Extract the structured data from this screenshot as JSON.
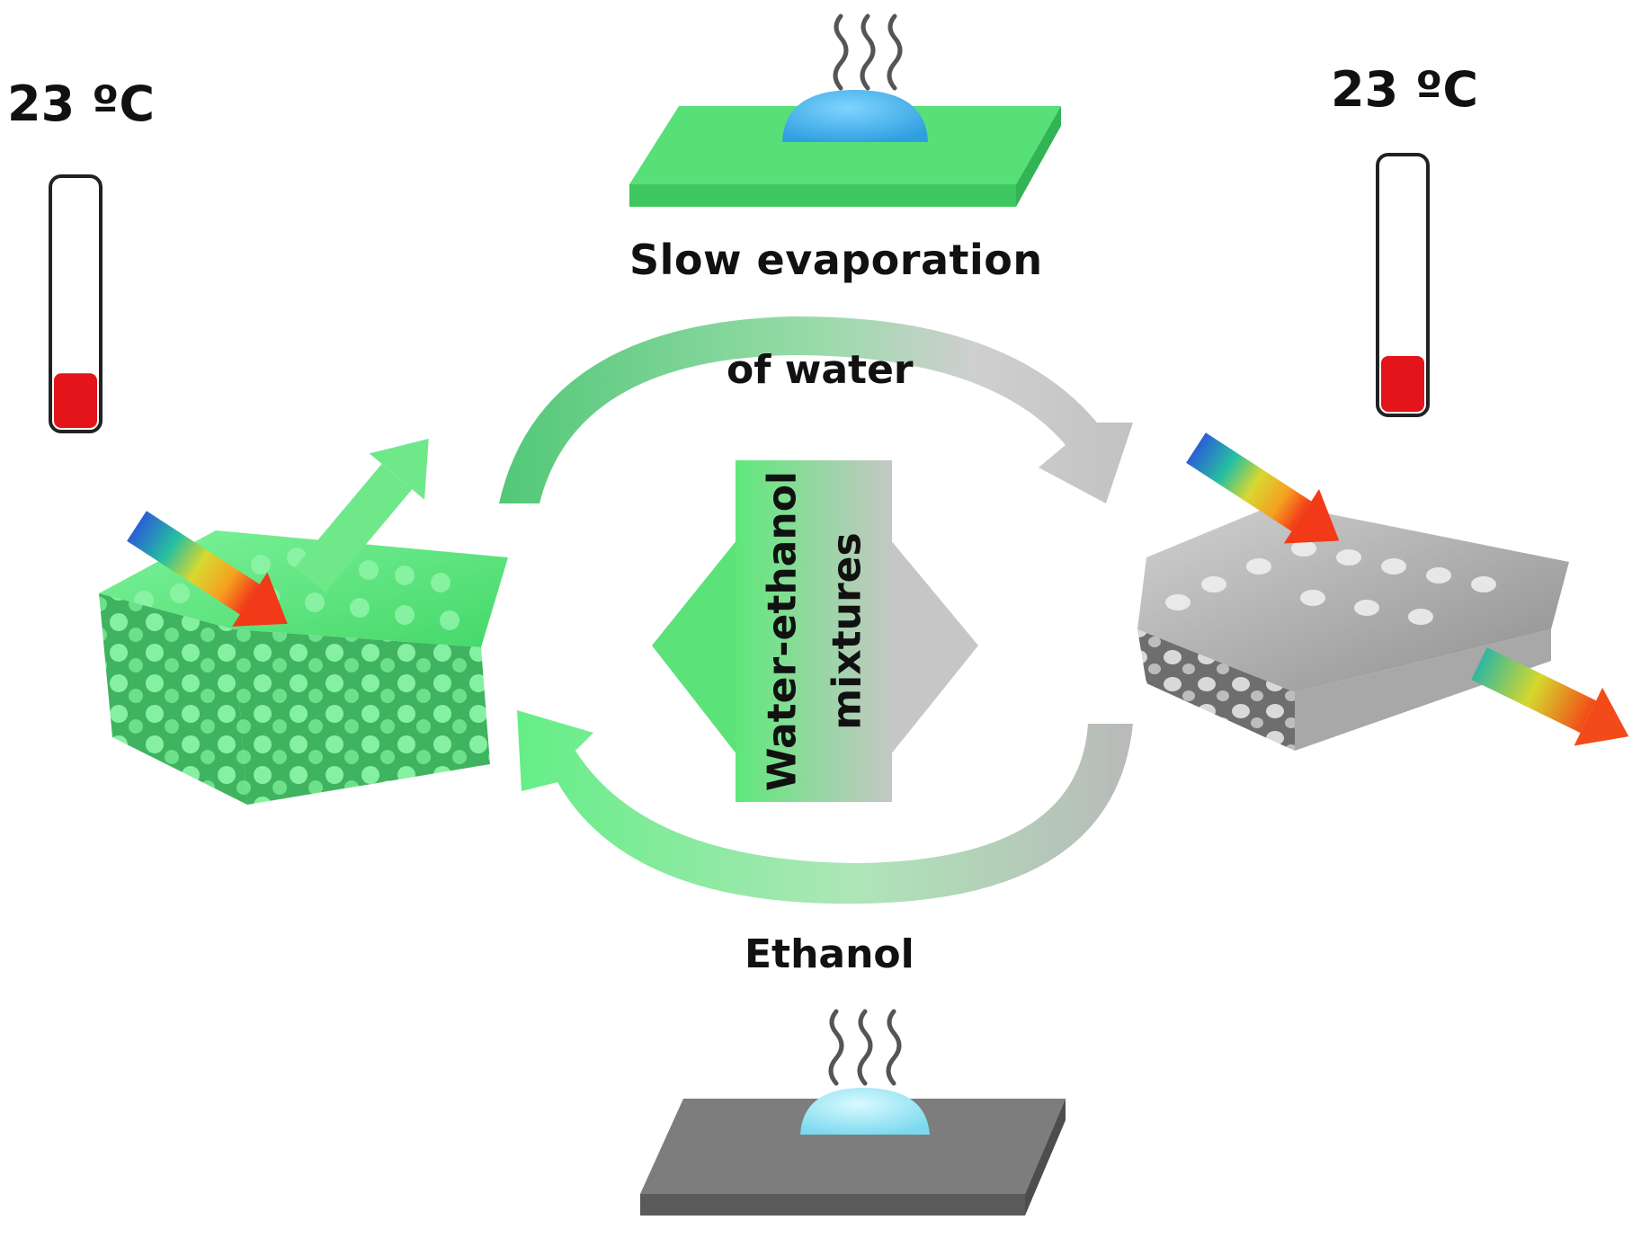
{
  "labels": {
    "temp_left": "23 ºC",
    "temp_right": "23 ºC",
    "slow_evaporation": "Slow evaporation",
    "of_water": "of water",
    "ethanol": "Ethanol",
    "mixture_line1": "Water-ethanol",
    "mixture_line2": "mixtures"
  },
  "thermometers": {
    "left_level": 0.22,
    "right_level": 0.22
  },
  "colors": {
    "green_material": "#44e06a",
    "green_arrow": "#6fe88a",
    "grey_material": "#b4b4b4",
    "grey_arrow": "#c3c3c3",
    "thermo_fill": "#e4141b",
    "droplet_blue": "#49b8ee",
    "droplet_cyan": "#8fe3f4"
  }
}
